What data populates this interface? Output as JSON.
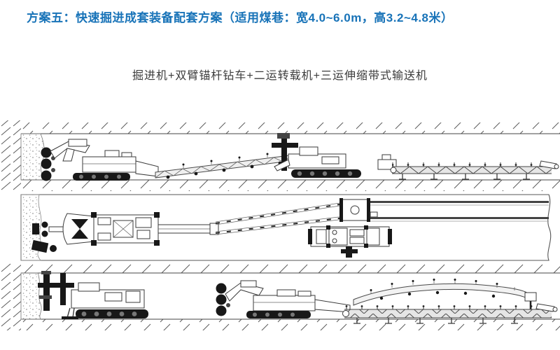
{
  "header": {
    "title": "方案五：快速掘进成套装备配套方案（适用煤巷：宽4.0~6.0m，高3.2~4.8米）",
    "subtitle": "掘进机+双臂锚杆钻车+二运转载机+三运伸缩带式输送机"
  },
  "colors": {
    "title_blue": "#1873b8",
    "subtitle_text": "#3c3c3c",
    "drawing_line": "#444444"
  },
  "figures": {
    "panel1": "side-view-excavating-phase",
    "panel2": "plan-view",
    "panel3": "side-view-bolting-phase"
  }
}
